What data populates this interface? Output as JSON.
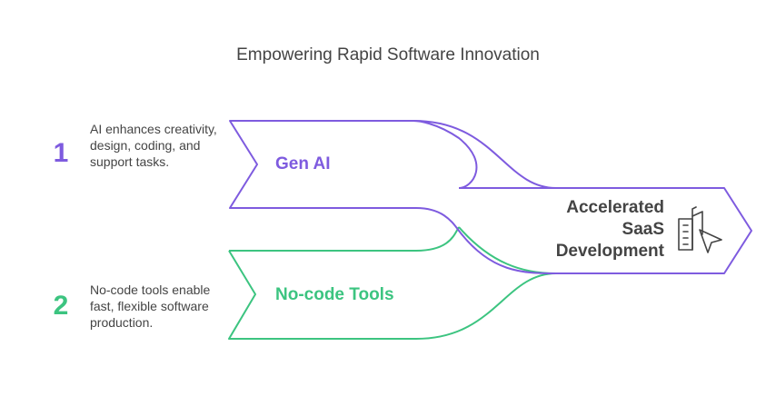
{
  "title": "Empowering Rapid Software Innovation",
  "colors": {
    "purple": "#7e5bdf",
    "green": "#3cc480",
    "text": "#444444"
  },
  "items": [
    {
      "number": "1",
      "description": "AI enhances creativity, design, coding, and support tasks.",
      "label": "Gen AI"
    },
    {
      "number": "2",
      "description": "No-code tools enable fast, flexible software production.",
      "label": "No-code Tools"
    }
  ],
  "result": {
    "label": "Accelerated SaaS Development",
    "icon": "saas-building-cursor-icon"
  }
}
